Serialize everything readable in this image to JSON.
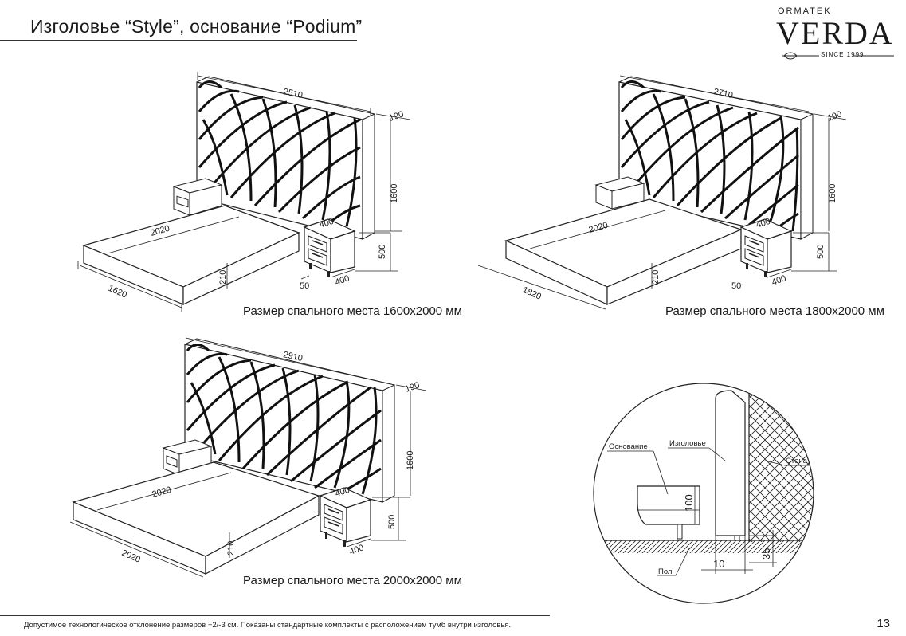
{
  "header": {
    "title": "Изголовье “Style”, основание “Podium”",
    "logo_top": "ORMATEK",
    "logo_main": "VERDA",
    "logo_since": "SINCE 1999"
  },
  "beds": [
    {
      "caption": "Размер спального места 1600х2000 мм",
      "dims": {
        "headboard_width": "2510",
        "depth": "190",
        "height": "1600",
        "bed_length": "2020",
        "bed_width": "1620",
        "podium_height": "210",
        "nightstand_width": "400",
        "nightstand_height": "500",
        "nightstand_depth": "400",
        "leg_gap": "50"
      }
    },
    {
      "caption": "Размер спального места 1800х2000 мм",
      "dims": {
        "headboard_width": "2710",
        "depth": "190",
        "height": "1600",
        "bed_length": "2020",
        "bed_width": "1820",
        "podium_height": "210",
        "nightstand_width": "400",
        "nightstand_height": "500",
        "nightstand_depth": "400",
        "leg_gap": "50"
      }
    },
    {
      "caption": "Размер спального места 2000х2000 мм",
      "dims": {
        "headboard_width": "2910",
        "depth": "190",
        "height": "1600",
        "bed_length": "2020",
        "bed_width": "2020",
        "podium_height": "210",
        "nightstand_width": "400",
        "nightstand_height": "500",
        "nightstand_depth": "400"
      }
    }
  ],
  "detail": {
    "label_base": "Основание",
    "label_headboard": "Изголовье",
    "label_wall": "Стена",
    "label_floor": "Пол",
    "dim_100": "100",
    "dim_10": "10",
    "dim_35": "35"
  },
  "footer": {
    "note": "Допустимое технологическое отклонение размеров +2/-3 см.  Показаны стандартные комплекты с расположением тумб внутри изголовья.",
    "page_number": "13"
  }
}
